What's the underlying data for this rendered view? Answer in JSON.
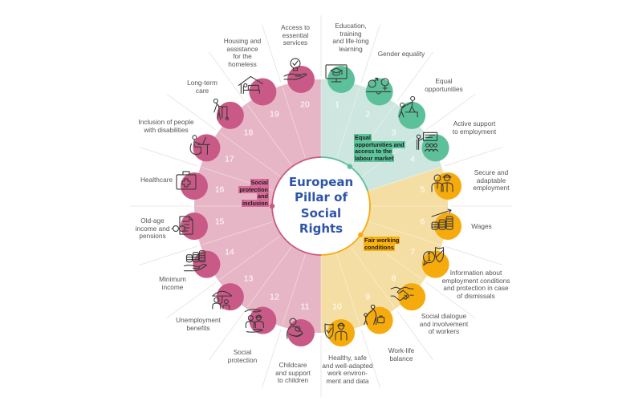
{
  "title": {
    "lines": [
      "European",
      "Pillar of",
      "Social",
      "Rights"
    ],
    "color": "#2d55a8"
  },
  "categories": [
    {
      "key": "equal-opportunities",
      "label_lines": [
        "Equal",
        "opportunities and",
        "access to the",
        "labour market"
      ],
      "fan_color": "#cde6df",
      "circle_color": "#5cc09a",
      "label_bg": "#5ec49c"
    },
    {
      "key": "fair-working-conditions",
      "label_lines": [
        "Fair working",
        "conditions"
      ],
      "fan_color": "#f5dea3",
      "circle_color": "#f6ab0d",
      "label_bg": "#f9b10e"
    },
    {
      "key": "social-protection",
      "label_lines": [
        "Social",
        "protection",
        "and",
        "inclusion"
      ],
      "fan_color": "#e7b6c6",
      "circle_color": "#c95986",
      "label_bg": "#d66a98"
    }
  ],
  "items": [
    {
      "number": "1",
      "category": "equal-opportunities",
      "icon": "graduation-monitor-icon",
      "label_lines": [
        "Education,",
        "training",
        "and life-long",
        "learning"
      ]
    },
    {
      "number": "2",
      "category": "equal-opportunities",
      "icon": "gender-balance-icon",
      "label_lines": [
        "Gender equality"
      ]
    },
    {
      "number": "3",
      "category": "equal-opportunities",
      "icon": "helping-climb-icon",
      "label_lines": [
        "Equal",
        "opportunities"
      ]
    },
    {
      "number": "4",
      "category": "equal-opportunities",
      "icon": "presenter-group-icon",
      "label_lines": [
        "Active support",
        "to employment"
      ]
    },
    {
      "number": "5",
      "category": "fair-working-conditions",
      "icon": "two-workers-icon",
      "label_lines": [
        "Secure and",
        "adaptable",
        "employment"
      ]
    },
    {
      "number": "6",
      "category": "fair-working-conditions",
      "icon": "coins-growth-icon",
      "label_lines": [
        "Wages"
      ]
    },
    {
      "number": "7",
      "category": "fair-working-conditions",
      "icon": "info-shield-icon",
      "label_lines": [
        "Information about",
        "employment conditions",
        "and protection in case",
        "of dismissals"
      ]
    },
    {
      "number": "8",
      "category": "fair-working-conditions",
      "icon": "handshake-icon",
      "label_lines": [
        "Social dialogue",
        "and involvement",
        "of workers"
      ]
    },
    {
      "number": "9",
      "category": "fair-working-conditions",
      "icon": "parent-child-briefcase-icon",
      "label_lines": [
        "Work-life",
        "balance"
      ]
    },
    {
      "number": "10",
      "category": "fair-working-conditions",
      "icon": "shield-worker-icon",
      "label_lines": [
        "Healthy, safe",
        "and well-adapted",
        "work environ-",
        "ment and data"
      ]
    },
    {
      "number": "11",
      "category": "social-protection",
      "icon": "mother-child-icon",
      "label_lines": [
        "Childcare",
        "and support",
        "to children"
      ]
    },
    {
      "number": "12",
      "category": "social-protection",
      "icon": "protected-workers-icon",
      "label_lines": [
        "Social",
        "protection"
      ]
    },
    {
      "number": "13",
      "category": "social-protection",
      "icon": "umbrella-family-icon",
      "label_lines": [
        "Unemployment",
        "benefits"
      ]
    },
    {
      "number": "14",
      "category": "social-protection",
      "icon": "coins-hand-icon",
      "label_lines": [
        "Minimum",
        "income"
      ]
    },
    {
      "number": "15",
      "category": "social-protection",
      "icon": "document-glasses-icon",
      "label_lines": [
        "Old-age",
        "income and",
        "pensions"
      ]
    },
    {
      "number": "16",
      "category": "social-protection",
      "icon": "medical-case-icon",
      "label_lines": [
        "Healthcare"
      ]
    },
    {
      "number": "17",
      "category": "social-protection",
      "icon": "wheelchair-desk-icon",
      "label_lines": [
        "Inclusion of people",
        "with disabilities"
      ]
    },
    {
      "number": "18",
      "category": "social-protection",
      "icon": "elderly-walker-icon",
      "label_lines": [
        "Long-term",
        "care"
      ]
    },
    {
      "number": "19",
      "category": "social-protection",
      "icon": "house-bed-icon",
      "label_lines": [
        "Housing and",
        "assistance",
        "for the",
        "homeless"
      ]
    },
    {
      "number": "20",
      "category": "social-protection",
      "icon": "hand-lightbulb-check-icon",
      "label_lines": [
        "Access to",
        "essential",
        "services"
      ]
    }
  ]
}
